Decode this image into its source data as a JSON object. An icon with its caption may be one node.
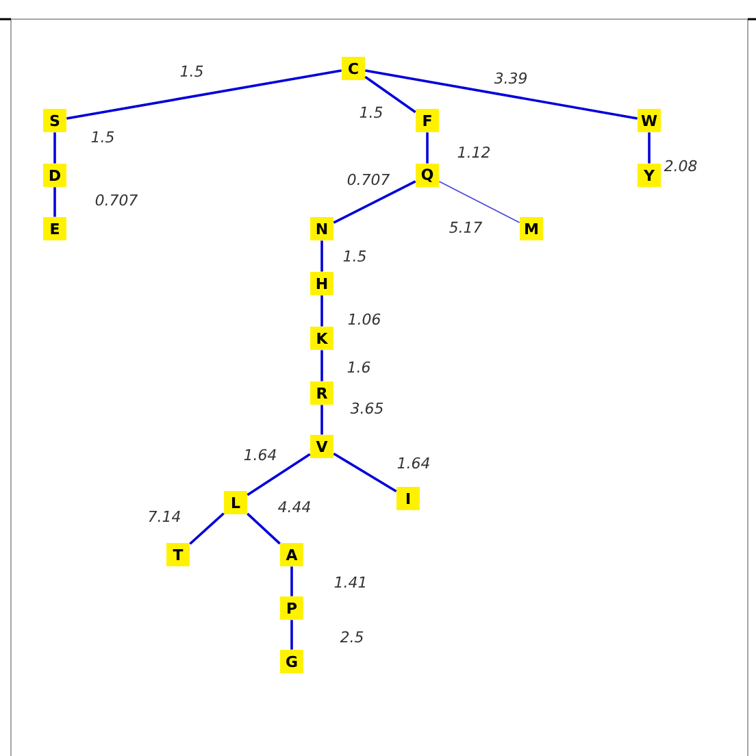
{
  "diagram": {
    "nodes": [
      {
        "text": [
          "C"
        ]
      },
      {
        "text": [
          "S"
        ]
      },
      {
        "text": [
          "F"
        ]
      },
      {
        "text": [
          "W"
        ]
      },
      {
        "text": [
          "D"
        ]
      },
      {
        "text": [
          "Q"
        ]
      },
      {
        "text": [
          "Y"
        ]
      },
      {
        "text": [
          "E"
        ]
      },
      {
        "text": [
          "N"
        ]
      },
      {
        "text": [
          "M"
        ]
      },
      {
        "text": [
          "H"
        ]
      },
      {
        "text": [
          "K"
        ]
      },
      {
        "text": [
          "R"
        ]
      },
      {
        "text": [
          "V"
        ]
      },
      {
        "text": [
          "L"
        ]
      },
      {
        "text": [
          "I"
        ]
      },
      {
        "text": [
          "T"
        ]
      },
      {
        "text": [
          "A"
        ]
      },
      {
        "text": [
          "P"
        ]
      },
      {
        "text": [
          "G"
        ]
      }
    ],
    "edges": [
      {
        "from": 0,
        "to": 1,
        "arrow": "none",
        "label": "1.5"
      },
      {
        "from": 0,
        "to": 2,
        "arrow": "none",
        "label": "1.5"
      },
      {
        "from": 0,
        "to": 3,
        "arrow": "none",
        "label": "3.39"
      },
      {
        "from": 1,
        "to": 4,
        "arrow": "none",
        "label": "1.5"
      },
      {
        "from": 4,
        "to": 7,
        "arrow": "none",
        "label": "0.707"
      },
      {
        "from": 2,
        "to": 5,
        "arrow": "none",
        "label": "1.12"
      },
      {
        "from": 5,
        "to": 8,
        "arrow": "none",
        "label": "0.707"
      },
      {
        "from": 5,
        "to": 9,
        "arrow": "none",
        "label": "5.17",
        "color": "#4a4ad8"
      },
      {
        "from": 8,
        "to": 10,
        "arrow": "none",
        "label": "1.5"
      },
      {
        "from": 10,
        "to": 11,
        "arrow": "none",
        "label": "1.06"
      },
      {
        "from": 11,
        "to": 12,
        "arrow": "none",
        "label": "1.6"
      },
      {
        "from": 12,
        "to": 13,
        "arrow": "none",
        "label": "3.65"
      },
      {
        "from": 13,
        "to": 14,
        "arrow": "none",
        "label": "1.64"
      },
      {
        "from": 13,
        "to": 15,
        "arrow": "none",
        "label": "1.64"
      },
      {
        "from": 14,
        "to": 16,
        "arrow": "none",
        "label": "7.14"
      },
      {
        "from": 14,
        "to": 17,
        "arrow": "none",
        "label": "4.44"
      },
      {
        "from": 17,
        "to": 18,
        "arrow": "none",
        "label": "1.41"
      },
      {
        "from": 18,
        "to": 19,
        "arrow": "none",
        "label": "2.5"
      },
      {
        "from": 3,
        "to": 6,
        "arrow": "none",
        "label": "2.08"
      }
    ]
  }
}
